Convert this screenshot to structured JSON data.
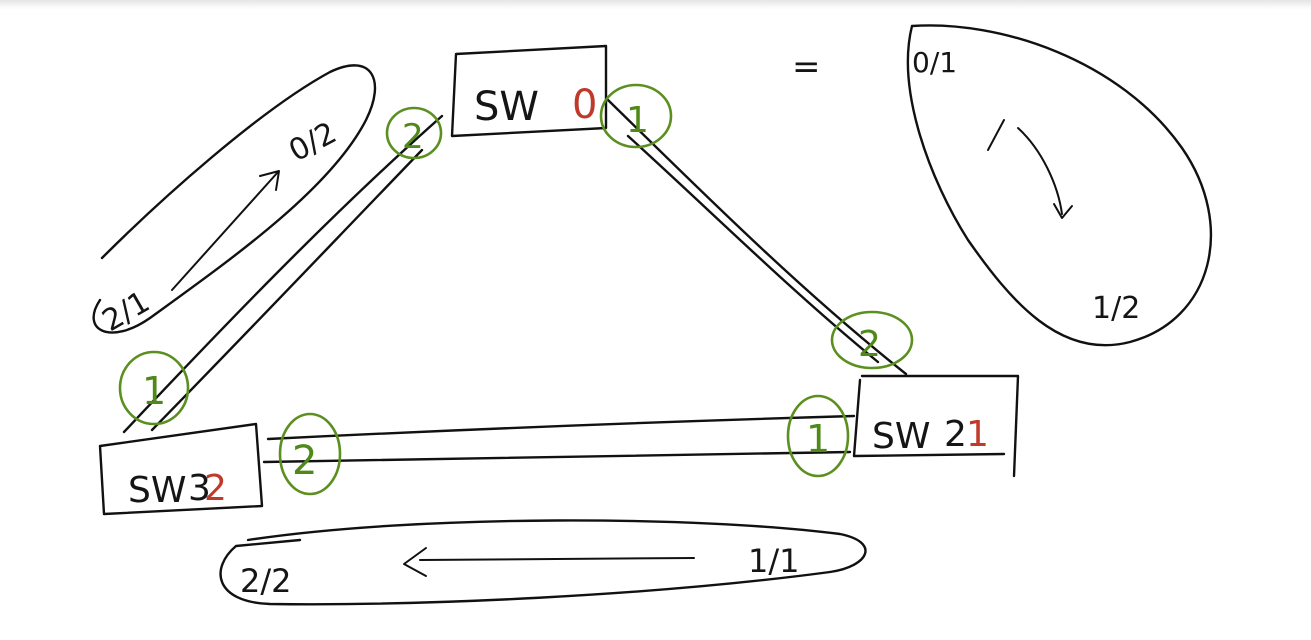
{
  "switches": [
    {
      "id": "sw0",
      "name": "SW",
      "number": "0",
      "name_color": "#141414",
      "number_color": "#c0392b"
    },
    {
      "id": "sw1",
      "name": "SW",
      "number": "1",
      "name_color": "#141414",
      "number_color": "#c0392b"
    },
    {
      "id": "sw2",
      "name": "SW",
      "number": "2",
      "name_color": "#141414",
      "number_color": "#c0392b"
    }
  ],
  "port_marks": [
    {
      "id": "sw0-left",
      "value": "2"
    },
    {
      "id": "sw0-right",
      "value": "1"
    },
    {
      "id": "sw1-top",
      "value": "2"
    },
    {
      "id": "sw1-left",
      "value": "1"
    },
    {
      "id": "sw2-top",
      "value": "1"
    },
    {
      "id": "sw2-right",
      "value": "2"
    }
  ],
  "paths": [
    {
      "id": "path-left",
      "from": "2/1",
      "to": "0/2"
    },
    {
      "id": "path-right",
      "from": "0/1",
      "to": "1/2"
    },
    {
      "id": "path-bottom",
      "from": "1/1",
      "to": "2/2"
    }
  ],
  "equals_sign": "=",
  "colors": {
    "ink": "#111111",
    "port_circle": "#5b8f1f",
    "switch_number": "#c0392b"
  }
}
